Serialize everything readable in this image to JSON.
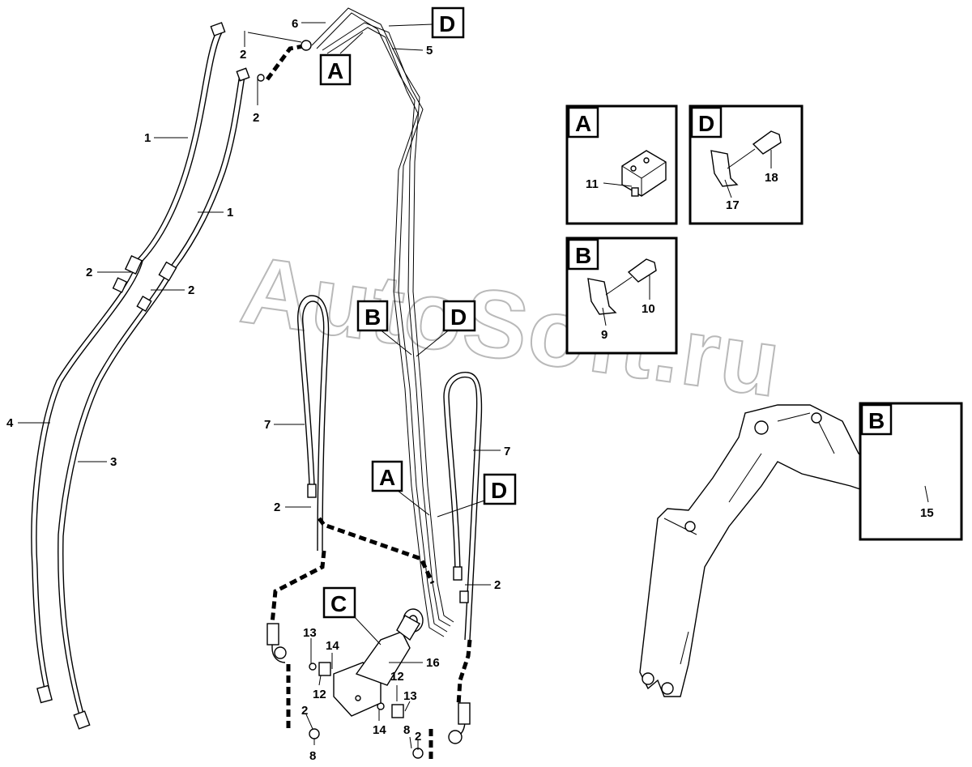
{
  "watermark": "AutoSoft.ru",
  "reference_tags": {
    "a_top": "A",
    "d_top": "D",
    "b_mid": "B",
    "d_mid": "D",
    "a_low": "A",
    "d_low": "D",
    "c_cyl": "C"
  },
  "detail_views": {
    "A": {
      "title": "A",
      "parts": [
        "11"
      ]
    },
    "D": {
      "title": "D",
      "parts": [
        "17",
        "18"
      ]
    },
    "B": {
      "title": "B",
      "parts": [
        "9",
        "10"
      ]
    },
    "B_boom": {
      "title": "B",
      "parts": [
        "15"
      ]
    }
  },
  "part_labels": {
    "p1a": "1",
    "p1b": "1",
    "p2a": "2",
    "p2b": "2",
    "p2c": "2",
    "p2d": "2",
    "p2e": "2",
    "p2f": "2",
    "p2g": "2",
    "p2h": "2",
    "p3": "3",
    "p4": "4",
    "p5": "5",
    "p6": "6",
    "p7a": "7",
    "p7b": "7",
    "p8a": "8",
    "p8b": "8",
    "p12a": "12",
    "p12b": "12",
    "p13a": "13",
    "p13b": "13",
    "p14a": "14",
    "p14b": "14",
    "p16": "16"
  },
  "icons": {
    "clamp-block": "rectangular clamp block with two holes",
    "clamp-plate": "bent clamp plate",
    "bolt": "hex socket bolt",
    "cylinder": "hydraulic cylinder",
    "boom": "excavator boom"
  }
}
